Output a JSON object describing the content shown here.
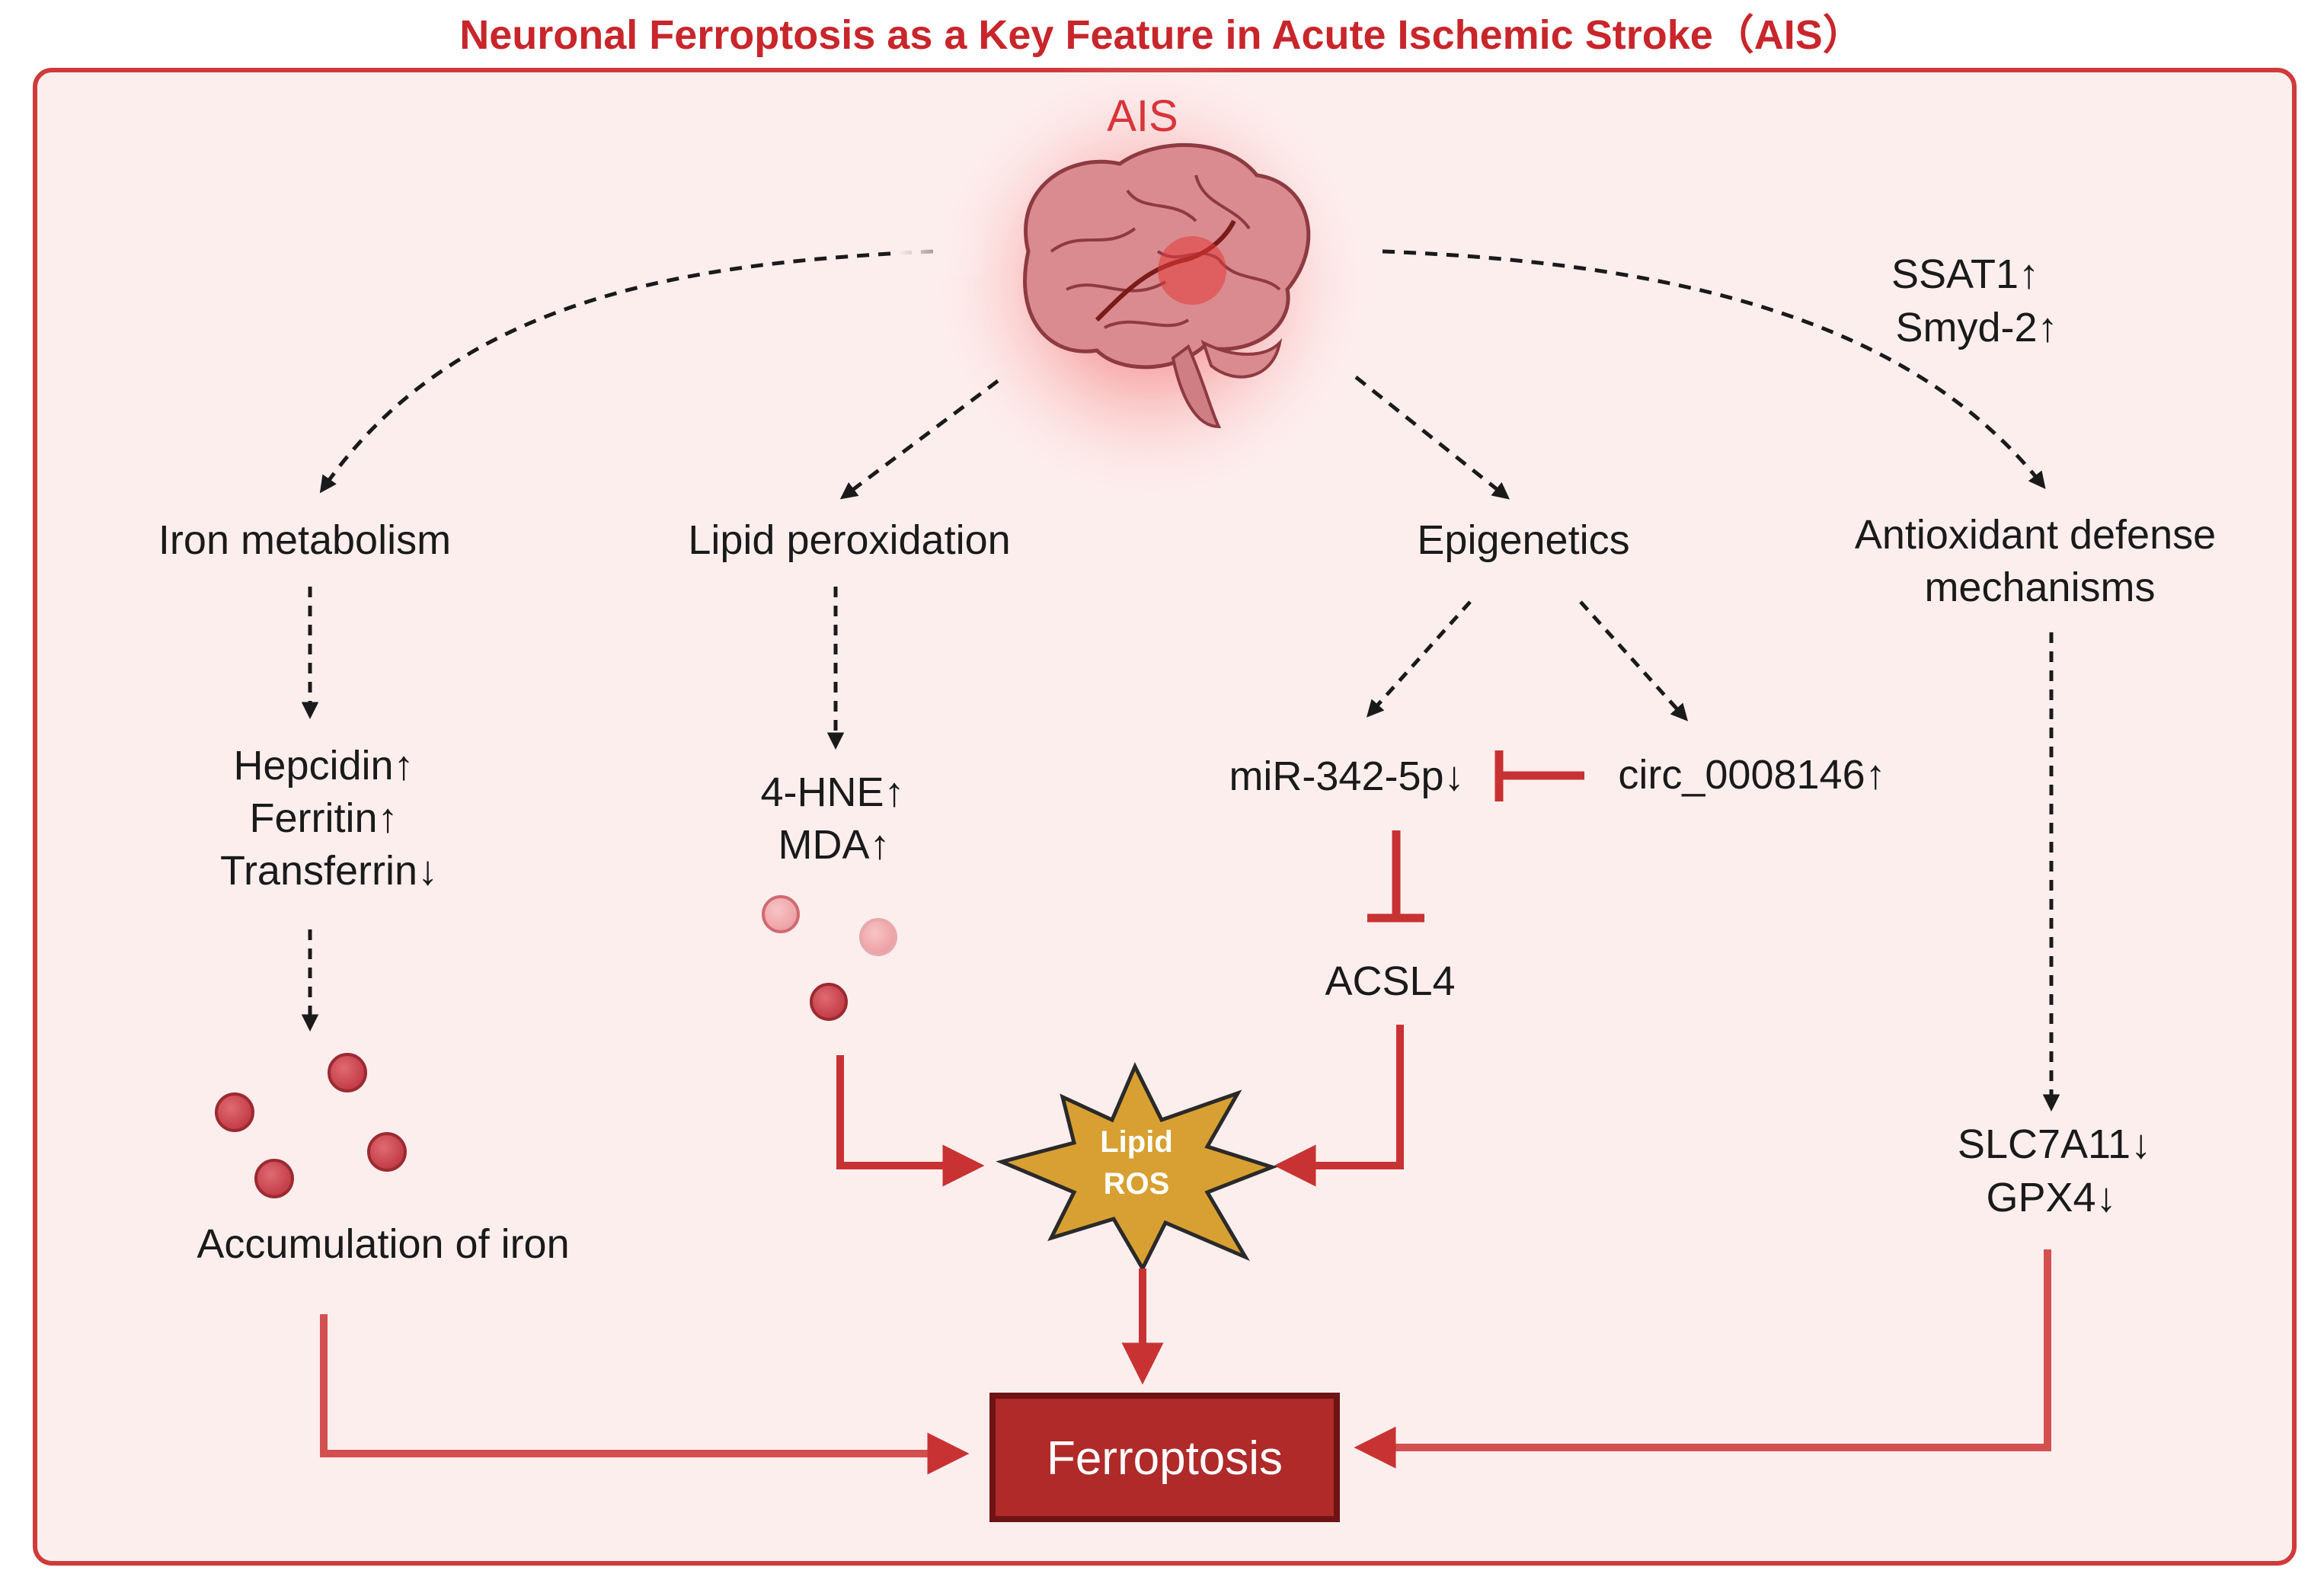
{
  "title": "Neuronal Ferroptosis as a Key Feature in Acute Ischemic Stroke（AIS）",
  "center_label": "AIS",
  "pathways": {
    "iron": {
      "heading": "Iron metabolism",
      "markers": [
        "Hepcidin↑",
        "Ferritin↑",
        "Transferrin↓"
      ],
      "outcome": "Accumulation of iron"
    },
    "lipid": {
      "heading": "Lipid peroxidation",
      "markers": [
        "4-HNE↑",
        "MDA↑"
      ]
    },
    "epigenetics": {
      "heading": "Epigenetics",
      "mirna": "miR-342-5p↓",
      "circrna": "circ_0008146↑",
      "target": "ACSL4"
    },
    "antioxidant": {
      "upstream": [
        "SSAT1↑",
        "Smyd-2↑"
      ],
      "heading_lines": [
        "Antioxidant defense",
        "mechanisms"
      ],
      "markers": [
        "SLC7A11↓",
        "GPX4↓"
      ]
    }
  },
  "lipid_ros": {
    "line1": "Lipid",
    "line2": "ROS"
  },
  "outcome": "Ferroptosis",
  "colors": {
    "title_red": "#c8262b",
    "panel_fill": "#fdeeee",
    "panel_border": "#cf3a3a",
    "arrow_red": "#c93232",
    "box_fill": "#b02a2a",
    "box_border": "#6e1414",
    "star_fill": "#d8a032",
    "dot_red": "#d2505a",
    "text": "#1a1a1a"
  }
}
